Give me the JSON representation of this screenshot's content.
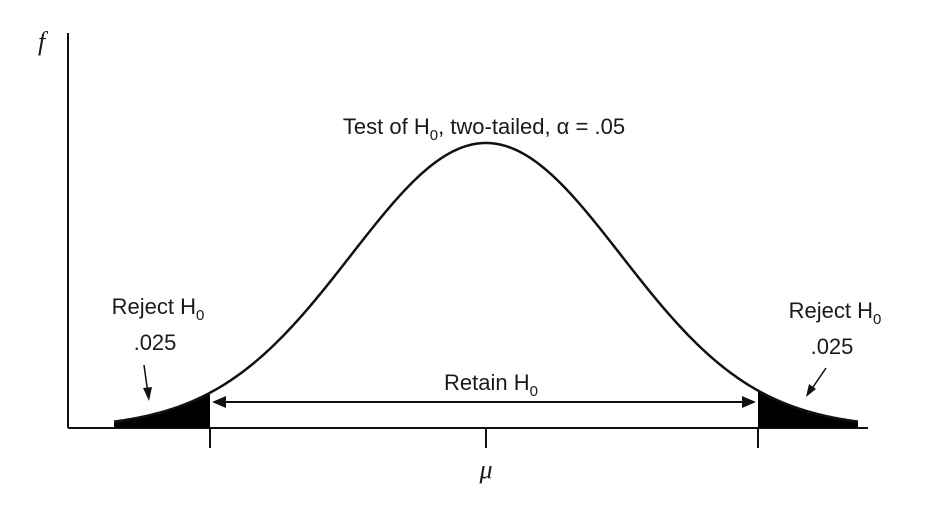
{
  "diagram": {
    "type": "normal-distribution-two-tailed-test",
    "y_axis_label": "f",
    "x_center_label": "μ",
    "title": {
      "prefix": "Test of H",
      "subscript": "0",
      "suffix": ", two-tailed, α = .05"
    },
    "retain_region": {
      "prefix": "Retain H",
      "subscript": "0"
    },
    "left_tail": {
      "label_prefix": "Reject H",
      "label_subscript": "0",
      "area": ".025"
    },
    "right_tail": {
      "label_prefix": "Reject H",
      "label_subscript": "0",
      "area": ".025"
    },
    "tail_fill_color": "#000000",
    "line_color": "#111111"
  }
}
